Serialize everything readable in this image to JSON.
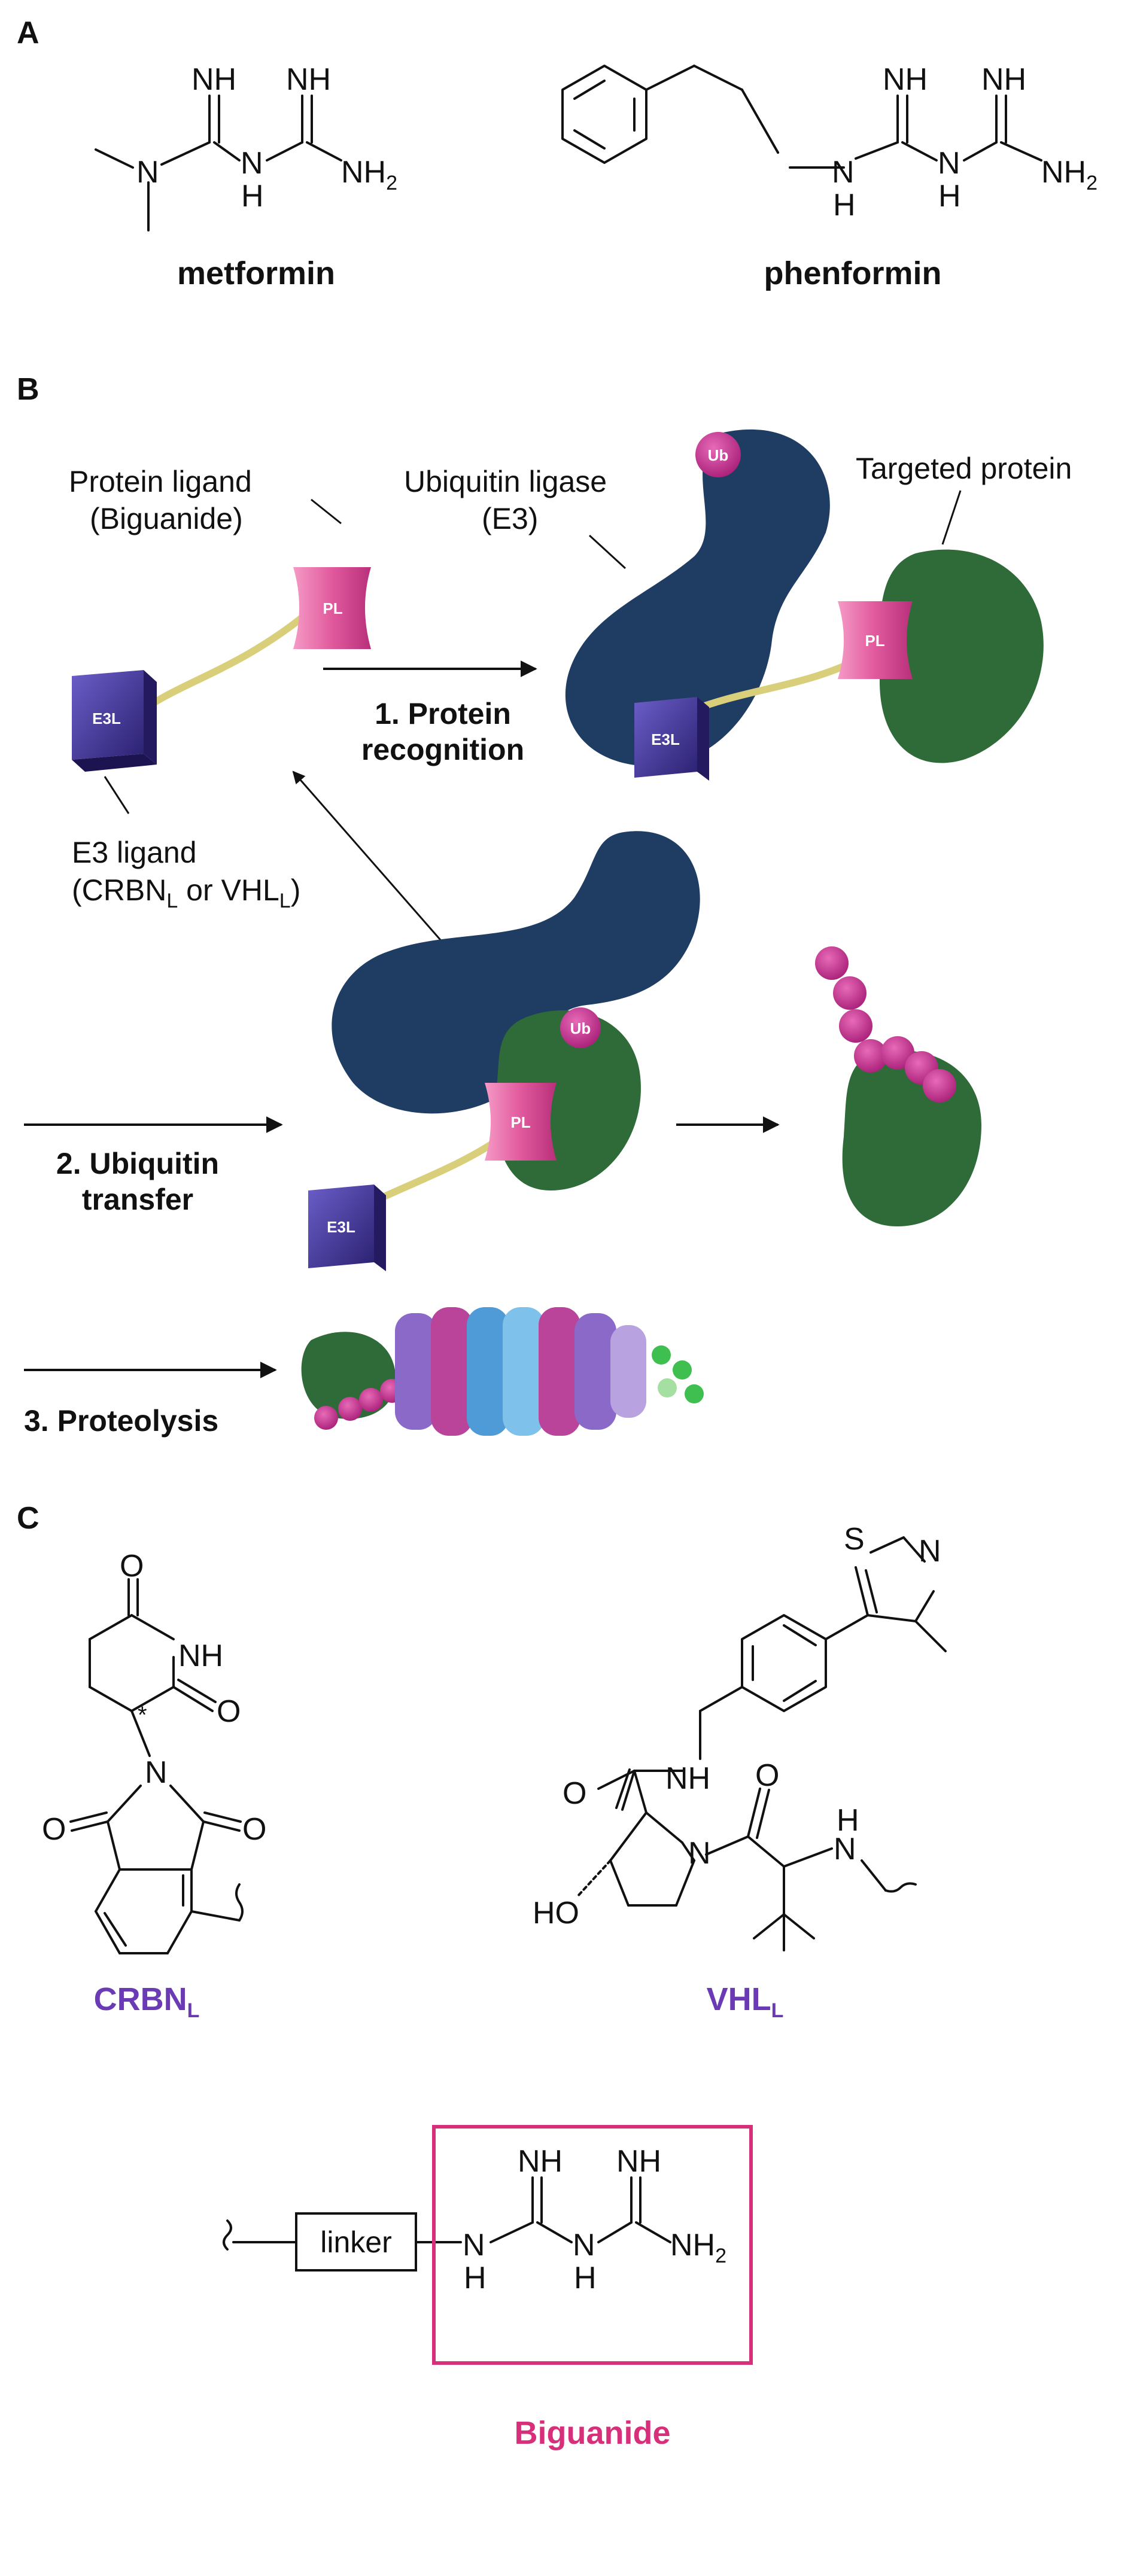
{
  "panels": {
    "a": "A",
    "b": "B",
    "c": "C"
  },
  "panel_a": {
    "metformin": {
      "name": "metformin"
    },
    "phenformin": {
      "name": "phenformin"
    }
  },
  "atoms": {
    "nh": "NH",
    "n": "N",
    "h": "H",
    "nh2_main": "NH",
    "nh2_sub": "2",
    "o": "O",
    "s": "S",
    "ho": "HO",
    "star": "*"
  },
  "panel_b": {
    "protein_ligand_line1": "Protein ligand",
    "protein_ligand_line2": "(Biguanide)",
    "ubiquitin_ligase_line1": "Ubiquitin ligase",
    "ubiquitin_ligase_line2": "(E3)",
    "targeted_protein": "Targeted protein",
    "e3_ligand_line1": "E3 ligand",
    "e3_ligand_line2_pre": "(CRBN",
    "e3_ligand_line2_sub1": "L",
    "e3_ligand_line2_mid": " or VHL",
    "e3_ligand_line2_sub2": "L",
    "e3_ligand_line2_post": ")",
    "step1_line1": "1. Protein",
    "step1_line2": "recognition",
    "step2_line1": "2. Ubiquitin",
    "step2_line2": "transfer",
    "step3": "3. Proteolysis",
    "pl_tag": "PL",
    "e3l_tag": "E3L",
    "ub_tag": "Ub"
  },
  "panel_c": {
    "crbn_main": "CRBN",
    "crbn_sub": "L",
    "vhl_main": "VHL",
    "vhl_sub": "L",
    "linker": "linker",
    "biguanide": "Biguanide"
  },
  "colors": {
    "e3_blue": "#1f3d63",
    "target_green": "#2f6b38",
    "pl_pink": "#e1599d",
    "e3l_purple": "#3a2f86",
    "ub_magenta": "#c8308e",
    "crbn_purple": "#6a3bb5",
    "biguanide_pink": "#d6307a"
  }
}
